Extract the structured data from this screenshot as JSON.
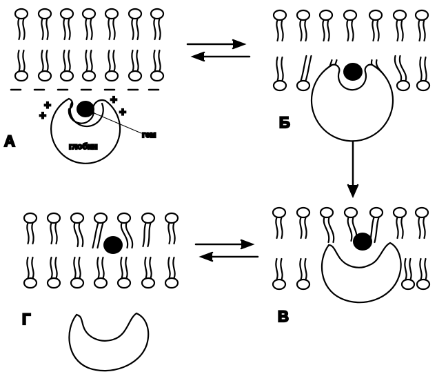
{
  "panels": {
    "a": {
      "label": "А"
    },
    "b": {
      "label": "Б"
    },
    "c": {
      "label": "В"
    },
    "d": {
      "label": "Г"
    }
  },
  "annotations": {
    "heme": "гем",
    "globin": "глобин",
    "plus": "+"
  },
  "colors": {
    "ink": "#000000",
    "background": "#ffffff"
  }
}
